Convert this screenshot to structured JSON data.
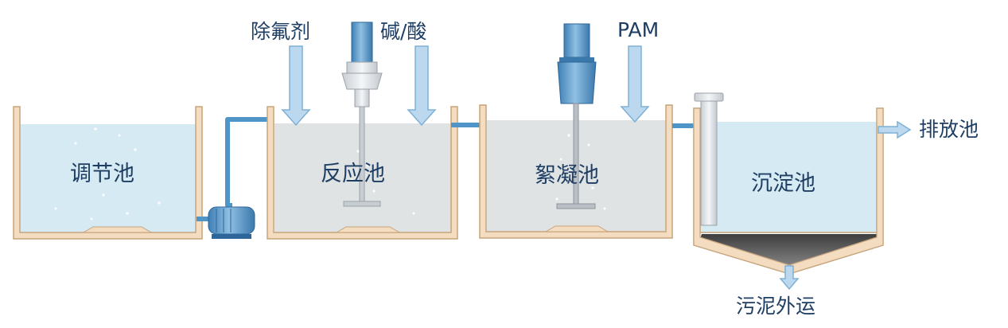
{
  "tanks": [
    {
      "name": "调节池"
    },
    {
      "name": "反应池"
    },
    {
      "name": "絮凝池"
    },
    {
      "name": "沉淀池"
    }
  ],
  "dosing": [
    {
      "label": "除氟剂"
    },
    {
      "label": "碱/酸"
    },
    {
      "label": "PAM"
    }
  ],
  "outlets": {
    "discharge": "排放池",
    "sludge": "污泥外运"
  },
  "colors": {
    "wall": "#f3dcc0",
    "wall_edge": "#c7a47c",
    "water_blue": "#d6eaf3",
    "water_grey": "#dfe3e4",
    "pipe": "#4f95c8",
    "arrow": "#bcd8ee",
    "arrow_edge": "#7eb0d6",
    "motor": "#5f9fcf",
    "sludge": "#555555",
    "text": "#1f3e63"
  }
}
